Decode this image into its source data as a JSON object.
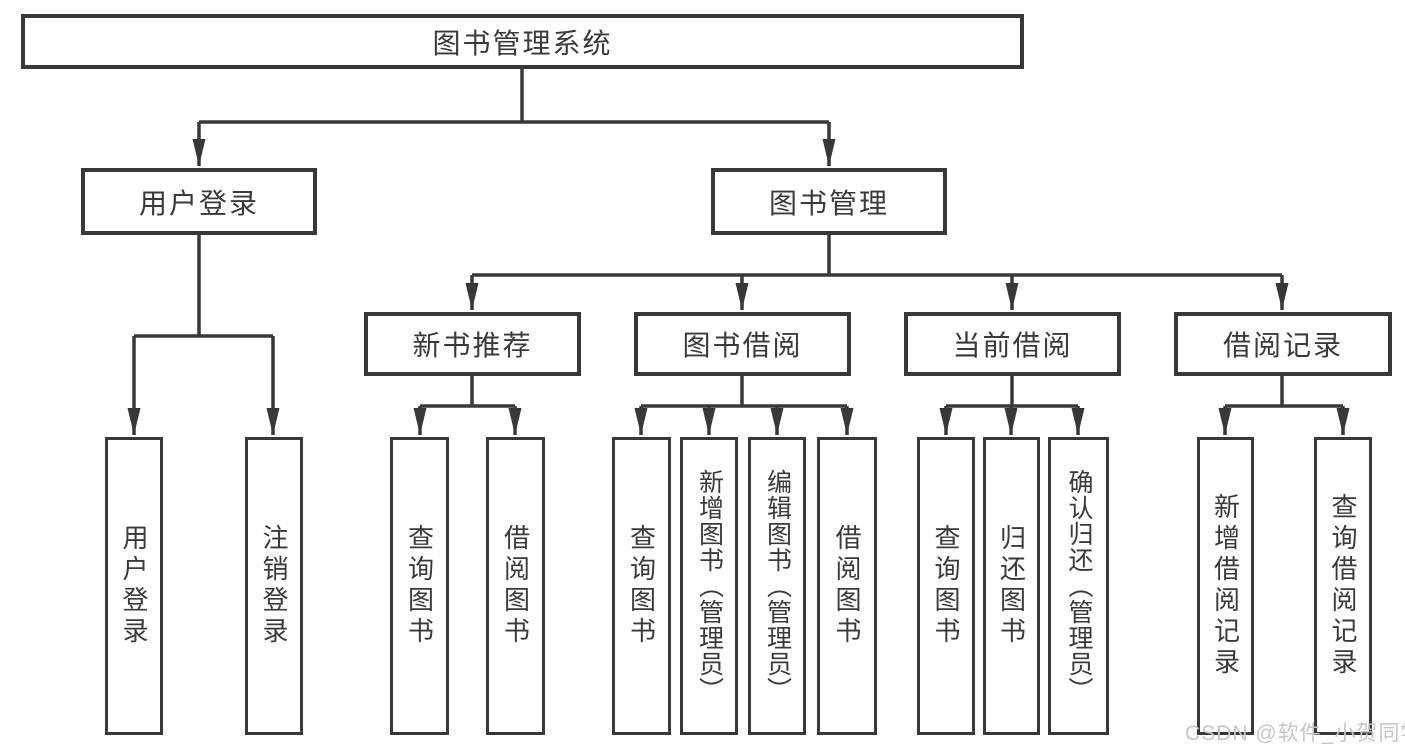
{
  "nodes": {
    "root": "图书管理系统",
    "user_login": "用户登录",
    "book_mgmt": "图书管理",
    "new_books": "新书推荐",
    "book_borrow": "图书借阅",
    "current_borrow": "当前借阅",
    "borrow_records": "借阅记录",
    "leaves": [
      "用户登录",
      "注销登录",
      "查询图书",
      "借阅图书",
      "查询图书",
      "新增图书（管理员）",
      "编辑图书（管理员）",
      "借阅图书",
      "查询图书",
      "归还图书",
      "确认归还（管理员）",
      "新增借阅记录",
      "查询借阅记录"
    ]
  },
  "hierarchy": {
    "图书管理系统": [
      "用户登录",
      "图书管理"
    ],
    "用户登录": [
      "用户登录",
      "注销登录"
    ],
    "图书管理": [
      "新书推荐",
      "图书借阅",
      "当前借阅",
      "借阅记录"
    ],
    "新书推荐": [
      "查询图书",
      "借阅图书"
    ],
    "图书借阅": [
      "查询图书",
      "新增图书（管理员）",
      "编辑图书（管理员）",
      "借阅图书"
    ],
    "当前借阅": [
      "查询图书",
      "归还图书",
      "确认归还（管理员）"
    ],
    "借阅记录": [
      "新增借阅记录",
      "查询借阅记录"
    ]
  },
  "watermark": {
    "text": "CSDN @软件_小贺同学"
  },
  "colors": {
    "line_color": "#383838",
    "text_color": "#3a3a3a",
    "watermark_color": "#c6c6c6",
    "background": "#ffffff"
  }
}
